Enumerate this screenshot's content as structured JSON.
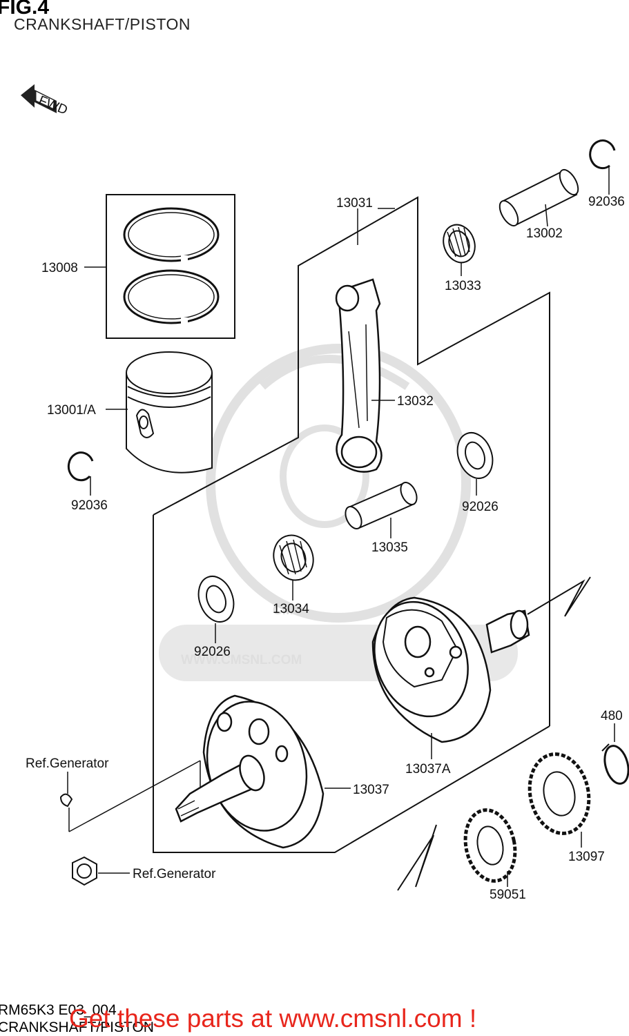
{
  "figure": {
    "number": "FIG.4",
    "title": "CRANKSHAFT/PISTON",
    "direction_label": "FWD"
  },
  "watermark": {
    "brand": "CMS",
    "url": "WWW.CMSNL.COM"
  },
  "callouts": [
    {
      "id": "13031",
      "label": "13031"
    },
    {
      "id": "92036-a",
      "label": "92036"
    },
    {
      "id": "13002",
      "label": "13002"
    },
    {
      "id": "13008",
      "label": "13008"
    },
    {
      "id": "13033",
      "label": "13033"
    },
    {
      "id": "13032",
      "label": "13032"
    },
    {
      "id": "13001a",
      "label": "13001/A"
    },
    {
      "id": "92026-a",
      "label": "92026"
    },
    {
      "id": "92036-b",
      "label": "92036"
    },
    {
      "id": "13035",
      "label": "13035"
    },
    {
      "id": "13034",
      "label": "13034"
    },
    {
      "id": "92026-b",
      "label": "92026"
    },
    {
      "id": "480",
      "label": "480"
    },
    {
      "id": "ref-gen-a",
      "label": "Ref.Generator"
    },
    {
      "id": "13037a",
      "label": "13037A"
    },
    {
      "id": "13037",
      "label": "13037"
    },
    {
      "id": "13097",
      "label": "13097"
    },
    {
      "id": "ref-gen-b",
      "label": "Ref.Generator"
    },
    {
      "id": "59051",
      "label": "59051"
    }
  ],
  "footer": {
    "code": "RM65K3 E03_004",
    "subtitle": "CRANKSHAFT/PISTON",
    "promo": "Get these parts at www.cmsnl.com !",
    "promo_color": "#e8261c"
  }
}
